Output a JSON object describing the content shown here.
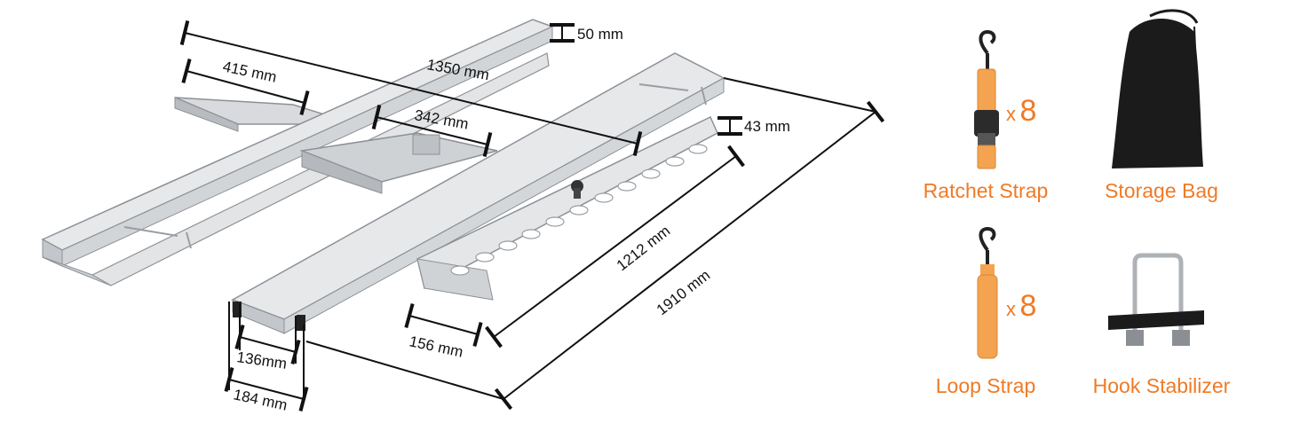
{
  "dimensions": {
    "frame_height": "50 mm",
    "crossbar_length": "1350 mm",
    "hitch_arm": "415 mm",
    "center_bracket": "342 mm",
    "tray_height": "43 mm",
    "tray_length": "1212 mm",
    "total_length": "1910 mm",
    "tray_width": "156 mm",
    "track_inner": "136mm",
    "track_outer": "184 mm"
  },
  "accessories": [
    {
      "label": "Ratchet Strap",
      "quantity": "8",
      "icon": "ratchet-strap-icon"
    },
    {
      "label": "Storage Bag",
      "icon": "storage-bag-icon"
    },
    {
      "label": "Loop Strap",
      "quantity": "8",
      "icon": "loop-strap-icon"
    },
    {
      "label": "Hook Stabilizer",
      "icon": "hook-stabilizer-icon"
    }
  ],
  "quantity_prefix": "x",
  "colors": {
    "accent": "#ef7a25",
    "strap": "#f4a450",
    "frame": "#c9ccd0",
    "frame_edge": "#8d9196",
    "bag": "#1b1b1b"
  }
}
